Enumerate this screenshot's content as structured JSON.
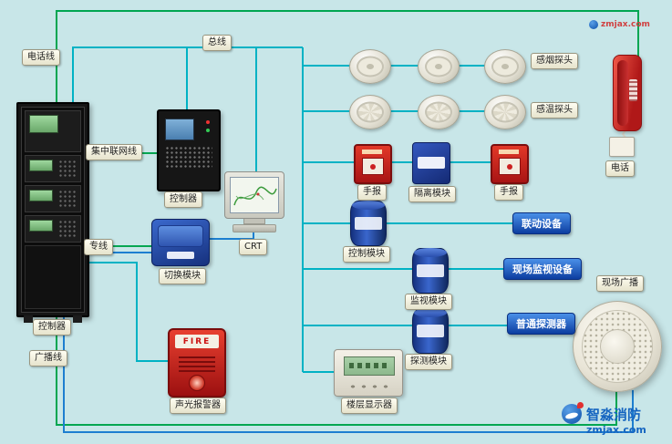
{
  "background": "#c8e6e8",
  "site_marks": {
    "corner": "zmjax.com",
    "brand": "智淼消防",
    "site": "zmjax.com"
  },
  "wire_labels": {
    "phone_line": "电话线",
    "bus": "总线",
    "network_line": "集中联网线",
    "dedicated_line": "专线",
    "broadcast_line": "广播线"
  },
  "device_labels": {
    "cabinet": "控制器",
    "panel": "控制器",
    "crt": "CRT",
    "switch_module": "切换模块",
    "sound_light_alarm": "声光报警器",
    "smoke_detectors": "感烟探头",
    "temp_detectors": "感温探头",
    "phone": "电话",
    "manual_left": "手报",
    "isolation_module": "隔离模块",
    "manual_right": "手报",
    "control_module": "控制模块",
    "monitor_module": "监视模块",
    "detect_module": "探测模块",
    "floor_display": "楼层显示器",
    "broadcast_speaker": "现场广播"
  },
  "equipment_tags": {
    "linkage": "联动设备",
    "field_monitor": "现场监视设备",
    "ordinary_detector": "普通探测器"
  },
  "texts": {
    "fire": "FIRE"
  }
}
